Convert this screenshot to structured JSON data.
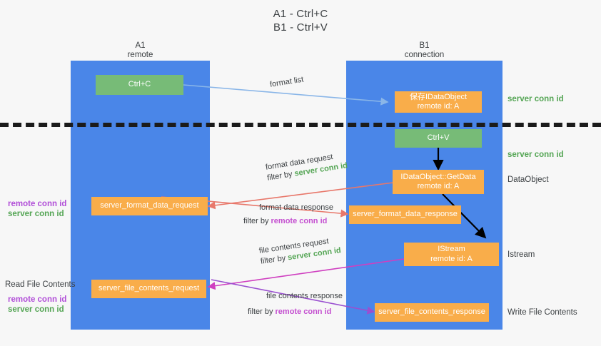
{
  "title": {
    "line1": "A1 - Ctrl+C",
    "line2": "B1 - Ctrl+V"
  },
  "colors": {
    "lane": "#4a86e8",
    "green_node": "#77bb77",
    "orange_node": "#f9ad4a",
    "green_text": "#54a554",
    "purple_text": "#b14fd8",
    "magenta_text": "#c44fd0",
    "divider": "#1b1b1b",
    "arrow_lightblue": "#8ab6e8",
    "arrow_red": "#e8776a",
    "arrow_magenta": "#cf3fc0",
    "arrow_purple": "#9a4fd0",
    "arrow_black": "#000000",
    "background": "#f7f7f7"
  },
  "columns": [
    {
      "name": "A1",
      "sub": "remote"
    },
    {
      "name": "B1",
      "sub": "connection"
    }
  ],
  "nodes": {
    "ctrl_c": {
      "label": "Ctrl+C",
      "kind": "green"
    },
    "ctrl_v": {
      "label": "Ctrl+V",
      "kind": "green"
    },
    "save_dataobject": {
      "line1": "保存IDataObject",
      "line2": "remote id: A",
      "kind": "orange"
    },
    "getdata": {
      "line1": "IDataObject::GetData",
      "line2": "remote id: A",
      "kind": "orange"
    },
    "istream": {
      "line1": "IStream",
      "line2": "remote id: A",
      "kind": "orange"
    },
    "server_format_data_request": {
      "label": "server_format_data_request",
      "kind": "orange"
    },
    "server_format_data_response": {
      "label": "server_format_data_response",
      "kind": "orange"
    },
    "server_file_contents_request": {
      "label": "server_file_contents_request",
      "kind": "orange"
    },
    "server_file_contents_response": {
      "label": "server_file_contents_response",
      "kind": "orange"
    }
  },
  "right_labels": {
    "server_conn_id_1": "server conn id",
    "server_conn_id_2": "server conn id",
    "dataobject": "DataObject",
    "istream": "Istream",
    "write_file_contents": "Write File Contents"
  },
  "left_labels": {
    "remote_conn_id_1": "remote conn id",
    "server_conn_id_1": "server conn id",
    "read_file_contents": "Read File Contents",
    "remote_conn_id_2": "remote conn id",
    "server_conn_id_2": "server conn id"
  },
  "edges": [
    {
      "id": "format-list",
      "label_line1": "format list",
      "filter_prefix": "",
      "filter_target": "",
      "color": "#8ab6e8"
    },
    {
      "id": "format-data-request",
      "label_line1": "format data request",
      "filter_prefix": "filter by ",
      "filter_target": "server conn id",
      "filter_target_color": "green",
      "color": "#e8776a"
    },
    {
      "id": "format-data-response",
      "label_line1": "format data response",
      "filter_prefix": "filter by ",
      "filter_target": "remote conn id",
      "filter_target_color": "magenta",
      "color": "#e8776a"
    },
    {
      "id": "file-contents-request",
      "label_line1": "file contents request",
      "filter_prefix": "filter by ",
      "filter_target": "server conn id",
      "filter_target_color": "green",
      "color": "#cf3fc0"
    },
    {
      "id": "file-contents-response",
      "label_line1": "file contents response",
      "filter_prefix": "filter by ",
      "filter_target": "remote conn id",
      "filter_target_color": "magenta",
      "color": "#9a4fd0"
    }
  ]
}
